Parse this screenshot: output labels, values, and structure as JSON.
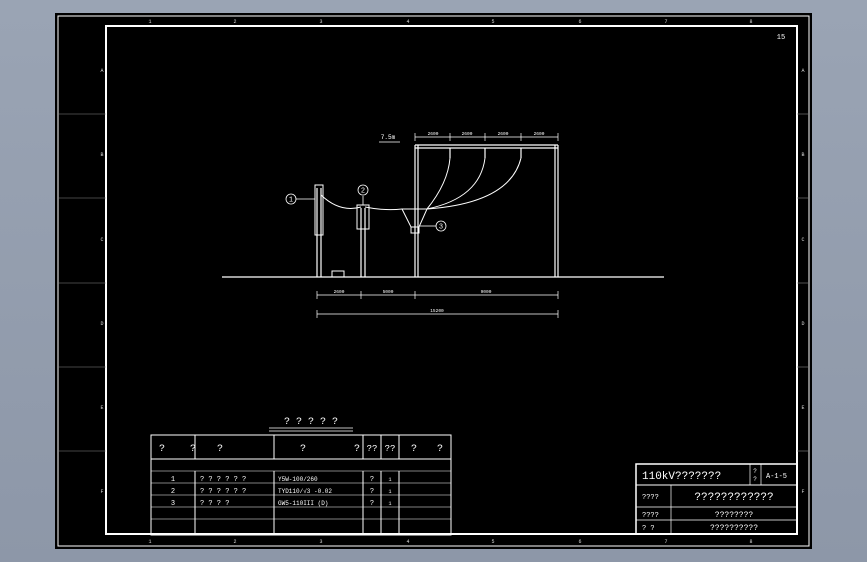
{
  "sheet": {
    "page_number": "15",
    "col_markers": [
      "1",
      "2",
      "3",
      "4",
      "5",
      "6",
      "7",
      "8"
    ],
    "row_markers": [
      "A",
      "B",
      "C",
      "D",
      "E",
      "F"
    ]
  },
  "drawing": {
    "elevation_label": "7.5m",
    "top_dims": [
      "2600",
      "2600",
      "2600",
      "2600"
    ],
    "bottom_dims": [
      "2600",
      "5000",
      "9000"
    ],
    "total_dim": "15200",
    "callouts": [
      "1",
      "2",
      "3"
    ]
  },
  "bom": {
    "title": "? ? ? ? ?",
    "headers": [
      "?",
      "?",
      "?",
      "?",
      "?",
      "??",
      "??",
      "?",
      "?"
    ],
    "rows": [
      {
        "no": "1",
        "name": "? ? ? ? ? ?",
        "model": "Y5W-100/260",
        "unit": "?",
        "qty": "1"
      },
      {
        "no": "2",
        "name": "? ? ? ? ? ?",
        "model": "TYD110/√3 -0.02",
        "unit": "?",
        "qty": "1"
      },
      {
        "no": "3",
        "name": "?  ?  ?  ?",
        "model": "GW5-110III  (D)",
        "unit": "?",
        "qty": "1"
      }
    ]
  },
  "title_block": {
    "title": "110kV???????",
    "side_label_top": "?",
    "side_label_bottom": "?",
    "drawing_no": "A-1-5",
    "row2_label": "????",
    "row2_value": "????????????",
    "row3_label": "????",
    "row3_value": "????????",
    "row4_label": "?  ?",
    "row4_value": "??????????"
  }
}
